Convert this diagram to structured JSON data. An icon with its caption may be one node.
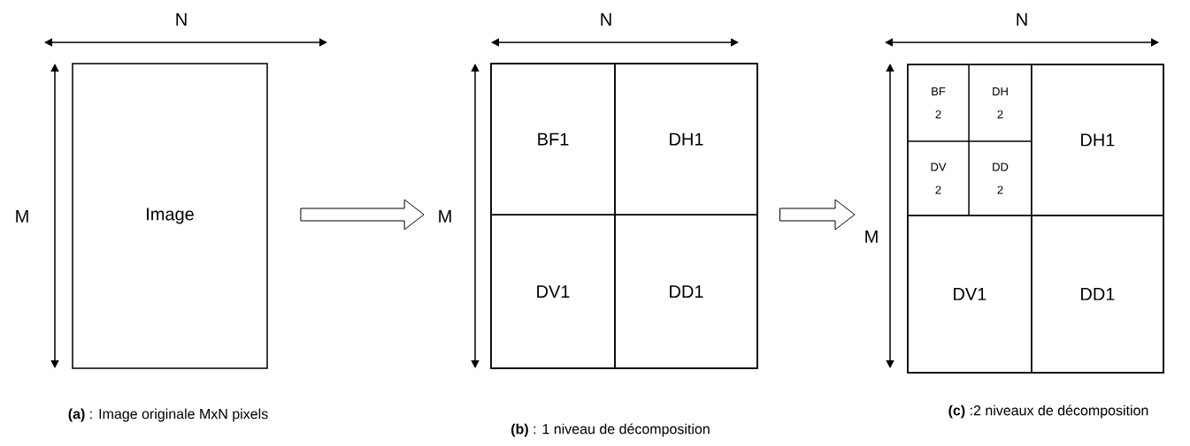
{
  "diagram": {
    "nodes": [
      {
        "text": [
          "Image"
        ]
      },
      {
        "text": [],
        "shape": "box"
      },
      {
        "text": [
          "BF1"
        ],
        "in": 1
      },
      {
        "text": [
          "DH1"
        ],
        "in": 1
      },
      {
        "text": [
          "DV1"
        ],
        "in": 1
      },
      {
        "text": [
          "DD1"
        ],
        "in": 1
      },
      {
        "text": [],
        "shape": "box"
      },
      {
        "text": [
          "BF 2"
        ],
        "in": 6
      },
      {
        "text": [
          "DH 2"
        ],
        "in": 6
      },
      {
        "text": [
          "DV 2"
        ],
        "in": 6
      },
      {
        "text": [
          "DD 2"
        ],
        "in": 6
      },
      {
        "text": [
          "DH1"
        ],
        "in": 6
      },
      {
        "text": [
          "DV1"
        ],
        "in": 6
      },
      {
        "text": [
          "DD1"
        ],
        "in": 6
      }
    ],
    "edges": [
      {
        "from": 0,
        "to": 1,
        "arrow": "to"
      },
      {
        "from": 1,
        "to": 6,
        "arrow": "to"
      }
    ],
    "labels": [
      "N",
      "M",
      "N",
      "M",
      "N",
      "M",
      "**(a)** : Image originale MxN pixels",
      "**(b)** : 1 niveau de décomposition",
      "**(c)** :2 niveaux de décomposition"
    ]
  }
}
